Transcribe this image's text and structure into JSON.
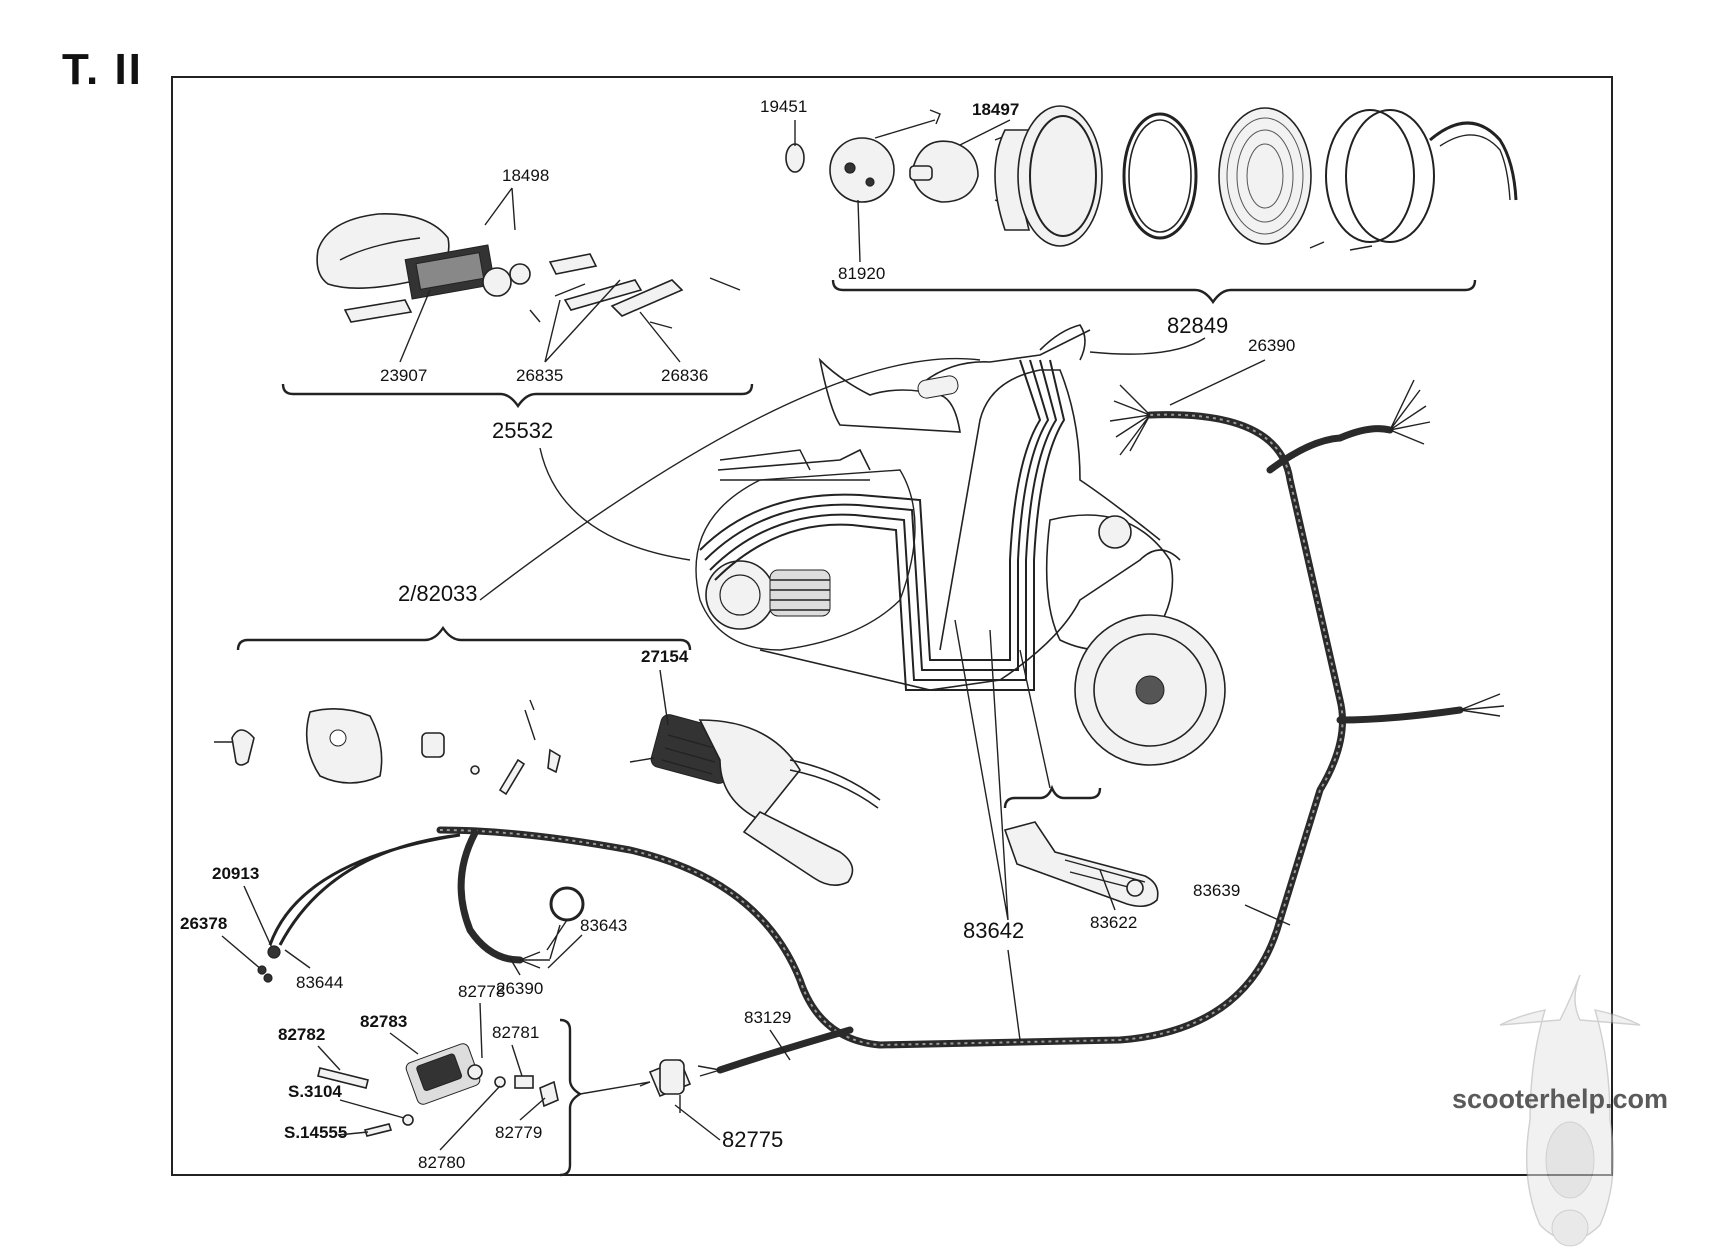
{
  "plate": {
    "label": "T. II"
  },
  "watermark": {
    "text": "scooterhelp.com"
  },
  "callouts": {
    "c19451": "19451",
    "c18497": "18497",
    "c18498": "18498",
    "c81920": "81920",
    "c23907": "23907",
    "c26835": "26835",
    "c26836": "26836",
    "c25532": "25532",
    "c82849": "82849",
    "c26390a": "26390",
    "c2_82033": "2/82033",
    "c27154": "27154",
    "c20913": "20913",
    "c26378": "26378",
    "c83644": "83644",
    "c83643": "83643",
    "c26390b": "26390",
    "c82778": "82778",
    "c82783": "82783",
    "c82782": "82782",
    "c82781": "82781",
    "cS3104": "S.3104",
    "cS14555": "S.14555",
    "c82779": "82779",
    "c82780": "82780",
    "c82775": "82775",
    "c83129": "83129",
    "c83642": "83642",
    "c83622": "83622",
    "c83639": "83639"
  },
  "colors": {
    "ink": "#111111",
    "paper": "#ffffff",
    "watermark": "#5a5a5a"
  }
}
